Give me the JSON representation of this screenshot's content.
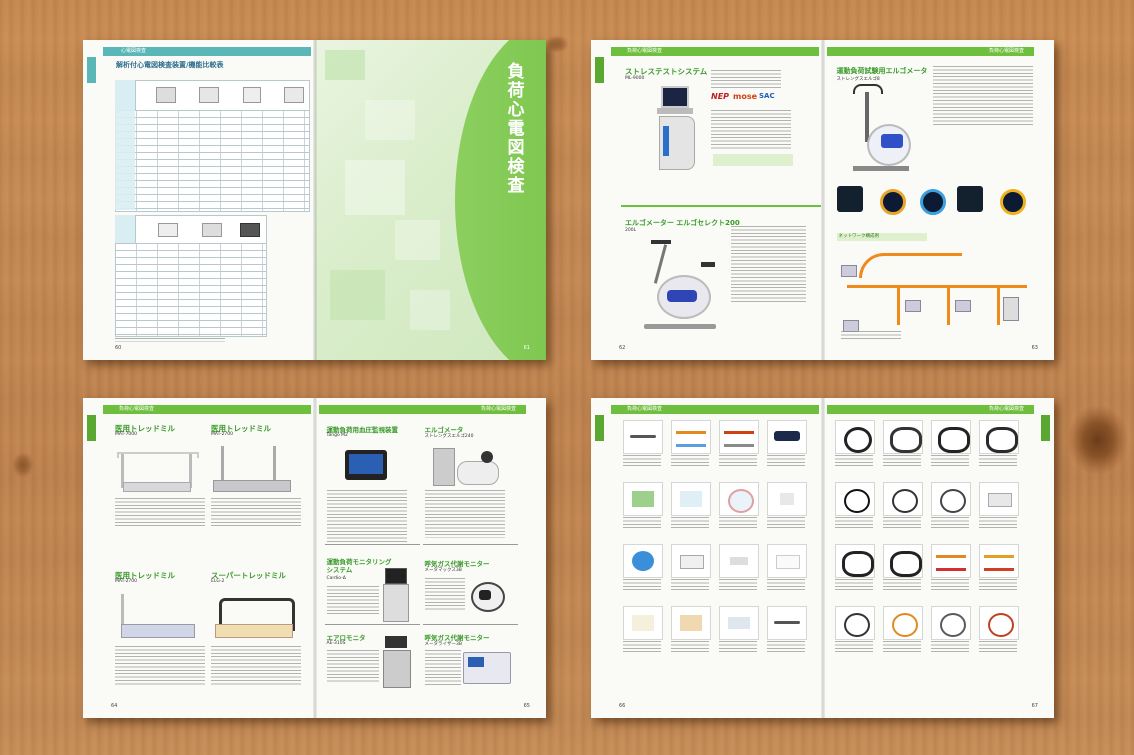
{
  "spreads": {
    "s1": {
      "left_page_number": "60",
      "right_page_number": "61",
      "header_label": "心電図検査",
      "table_title": "解析付心電図検査装置/機能比較表",
      "chapter_title": "負荷心電図検査"
    },
    "s2": {
      "left_page_number": "62",
      "right_page_number": "63",
      "header_label_left": "負荷心電図検査",
      "header_label_right": "負荷心電図検査",
      "product_a": {
        "title": "ストレステストシステム",
        "model": "ML-9000"
      },
      "product_b": {
        "title": "エルゴメーター エルゴセレクト200",
        "model": "200L"
      },
      "product_c": {
        "title": "運動負荷試験用エルゴメータ",
        "model": "ストレングスエルゴ8"
      },
      "network_label": "ネットワーク構成例"
    },
    "s3": {
      "left_page_number": "64",
      "right_page_number": "65",
      "header_label_left": "負荷心電図検査",
      "header_label_right": "負荷心電図検査",
      "products": [
        {
          "title": "医用トレッドミル",
          "model": "MAT-7000"
        },
        {
          "title": "医用トレッドミル",
          "model": "MAT-2700"
        },
        {
          "title": "医用トレッドミル",
          "model": "MAT-2700"
        },
        {
          "title": "スーパートレッドミル",
          "model": "ELG-2"
        },
        {
          "title": "運動負荷用血圧監視装置",
          "model": "Tango M2"
        },
        {
          "title": "エルゴメータ",
          "model": "ストレングスエルゴ240"
        },
        {
          "title": "運動負荷モニタリングシステム",
          "model": "Cardio-Δ"
        },
        {
          "title": "呼気ガス代謝モニター",
          "model": "メータマックス3B"
        },
        {
          "title": "エアロモニタ",
          "model": "AE-310S"
        },
        {
          "title": "呼気ガス代謝モニター",
          "model": "メータライザー3B"
        }
      ]
    },
    "s4": {
      "left_page_number": "66",
      "right_page_number": "67",
      "header_label_left": "負荷心電図検査",
      "header_label_right": "負荷心電図検査"
    }
  },
  "colors": {
    "brand_green": "#6fbf3f",
    "title_green": "#3a9a2a",
    "table_blue": "#d9eef3",
    "wood": "#c58a55"
  }
}
